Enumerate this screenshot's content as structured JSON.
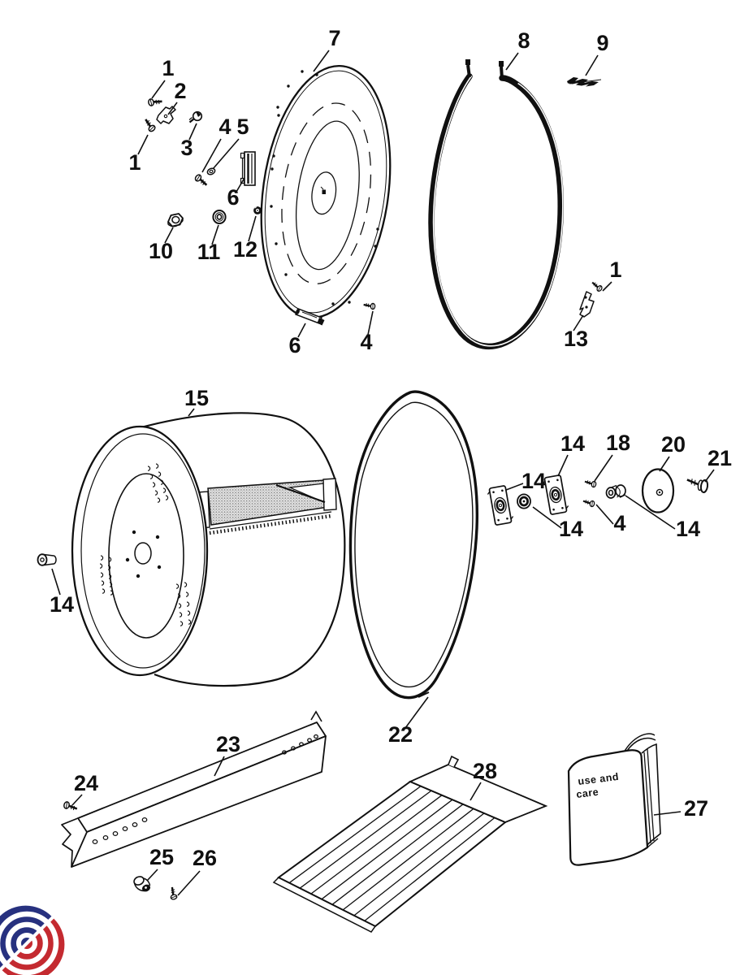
{
  "page": {
    "background": "#ffffff",
    "ink": "#101010"
  },
  "callouts": [
    {
      "part": "rear-bulkhead",
      "label": "7"
    },
    {
      "part": "screw",
      "label": "1"
    },
    {
      "part": "bracket",
      "label": "2"
    },
    {
      "part": "fastener",
      "label": "3"
    },
    {
      "part": "screw",
      "label": "1"
    },
    {
      "part": "screw",
      "label": "4"
    },
    {
      "part": "washer",
      "label": "5"
    },
    {
      "part": "pad",
      "label": "6"
    },
    {
      "part": "nut",
      "label": "10"
    },
    {
      "part": "washer",
      "label": "11"
    },
    {
      "part": "grommet",
      "label": "12"
    },
    {
      "part": "glide-strip",
      "label": "6"
    },
    {
      "part": "screw",
      "label": "4"
    },
    {
      "part": "heater-element",
      "label": "8"
    },
    {
      "part": "element-clip",
      "label": "9"
    },
    {
      "part": "screw",
      "label": "1"
    },
    {
      "part": "bracket",
      "label": "13"
    },
    {
      "part": "drum",
      "label": "15"
    },
    {
      "part": "spacer",
      "label": "14"
    },
    {
      "part": "front-seal",
      "label": "22"
    },
    {
      "part": "bearing-plate",
      "label": "14"
    },
    {
      "part": "bearing-plate",
      "label": "14"
    },
    {
      "part": "screw",
      "label": "18"
    },
    {
      "part": "bearing",
      "label": "14"
    },
    {
      "part": "screw",
      "label": "4"
    },
    {
      "part": "bearing-disc",
      "label": "20"
    },
    {
      "part": "shoulder-screw",
      "label": "21"
    },
    {
      "part": "bushing",
      "label": "14"
    },
    {
      "part": "support-channel",
      "label": "23"
    },
    {
      "part": "screw",
      "label": "24"
    },
    {
      "part": "bushing",
      "label": "25"
    },
    {
      "part": "screw",
      "label": "26"
    },
    {
      "part": "heat-shield",
      "label": "28"
    },
    {
      "part": "manual",
      "label": "27"
    }
  ],
  "booklet": {
    "line1": "use and",
    "line2": "care"
  },
  "logo": {
    "blue": "#27317f",
    "red": "#c42a30"
  }
}
